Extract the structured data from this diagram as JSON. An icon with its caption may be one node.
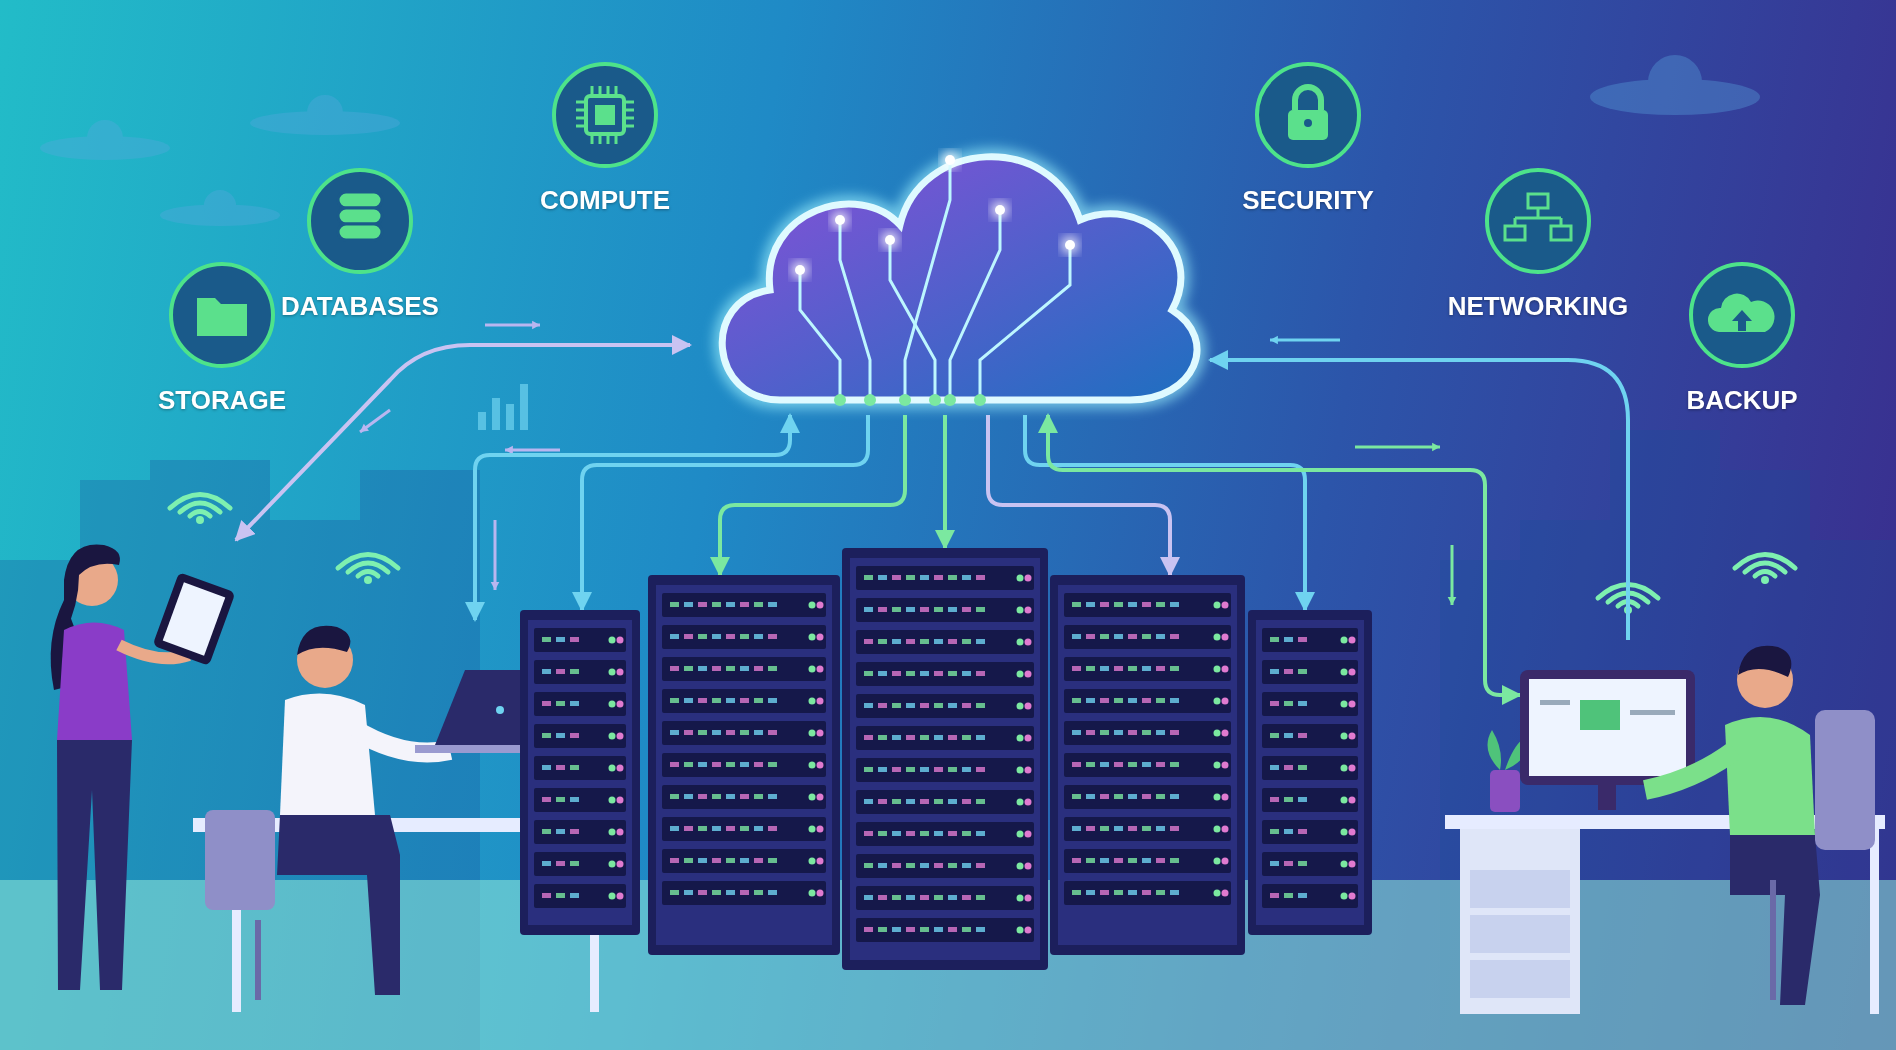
{
  "diagram": {
    "nodes": [
      {
        "text": [
          "STORAGE"
        ]
      },
      {
        "text": [
          "DATABASES"
        ]
      },
      {
        "text": [
          "COMPUTE"
        ]
      },
      {
        "text": [
          "SECURITY"
        ]
      },
      {
        "text": [
          "NETWORKING"
        ]
      },
      {
        "text": [
          "BACKUP"
        ]
      },
      {
        "text": [],
        "shape": "cloud"
      },
      {
        "text": [],
        "shape": "person"
      },
      {
        "text": [],
        "shape": "person"
      },
      {
        "text": [],
        "shape": "picture"
      },
      {
        "text": [],
        "shape": "picture"
      },
      {
        "text": [],
        "shape": "picture"
      },
      {
        "text": [],
        "shape": "picture"
      },
      {
        "text": [],
        "shape": "picture"
      },
      {
        "text": [],
        "shape": "person"
      }
    ],
    "edges": [
      {
        "from": 6,
        "to": 7,
        "arrow": "both"
      },
      {
        "from": 6,
        "to": 8,
        "arrow": "both"
      },
      {
        "from": 6,
        "to": 9,
        "arrow": "to"
      },
      {
        "from": 6,
        "to": 10,
        "arrow": "to"
      },
      {
        "from": 6,
        "to": 11,
        "arrow": "to"
      },
      {
        "from": 6,
        "to": 12,
        "arrow": "to"
      },
      {
        "from": 6,
        "to": 13,
        "arrow": "to"
      },
      {
        "from": 6,
        "to": 14,
        "arrow": "both"
      },
      {
        "from": 14,
        "to": 6,
        "arrow": "to"
      }
    ]
  }
}
